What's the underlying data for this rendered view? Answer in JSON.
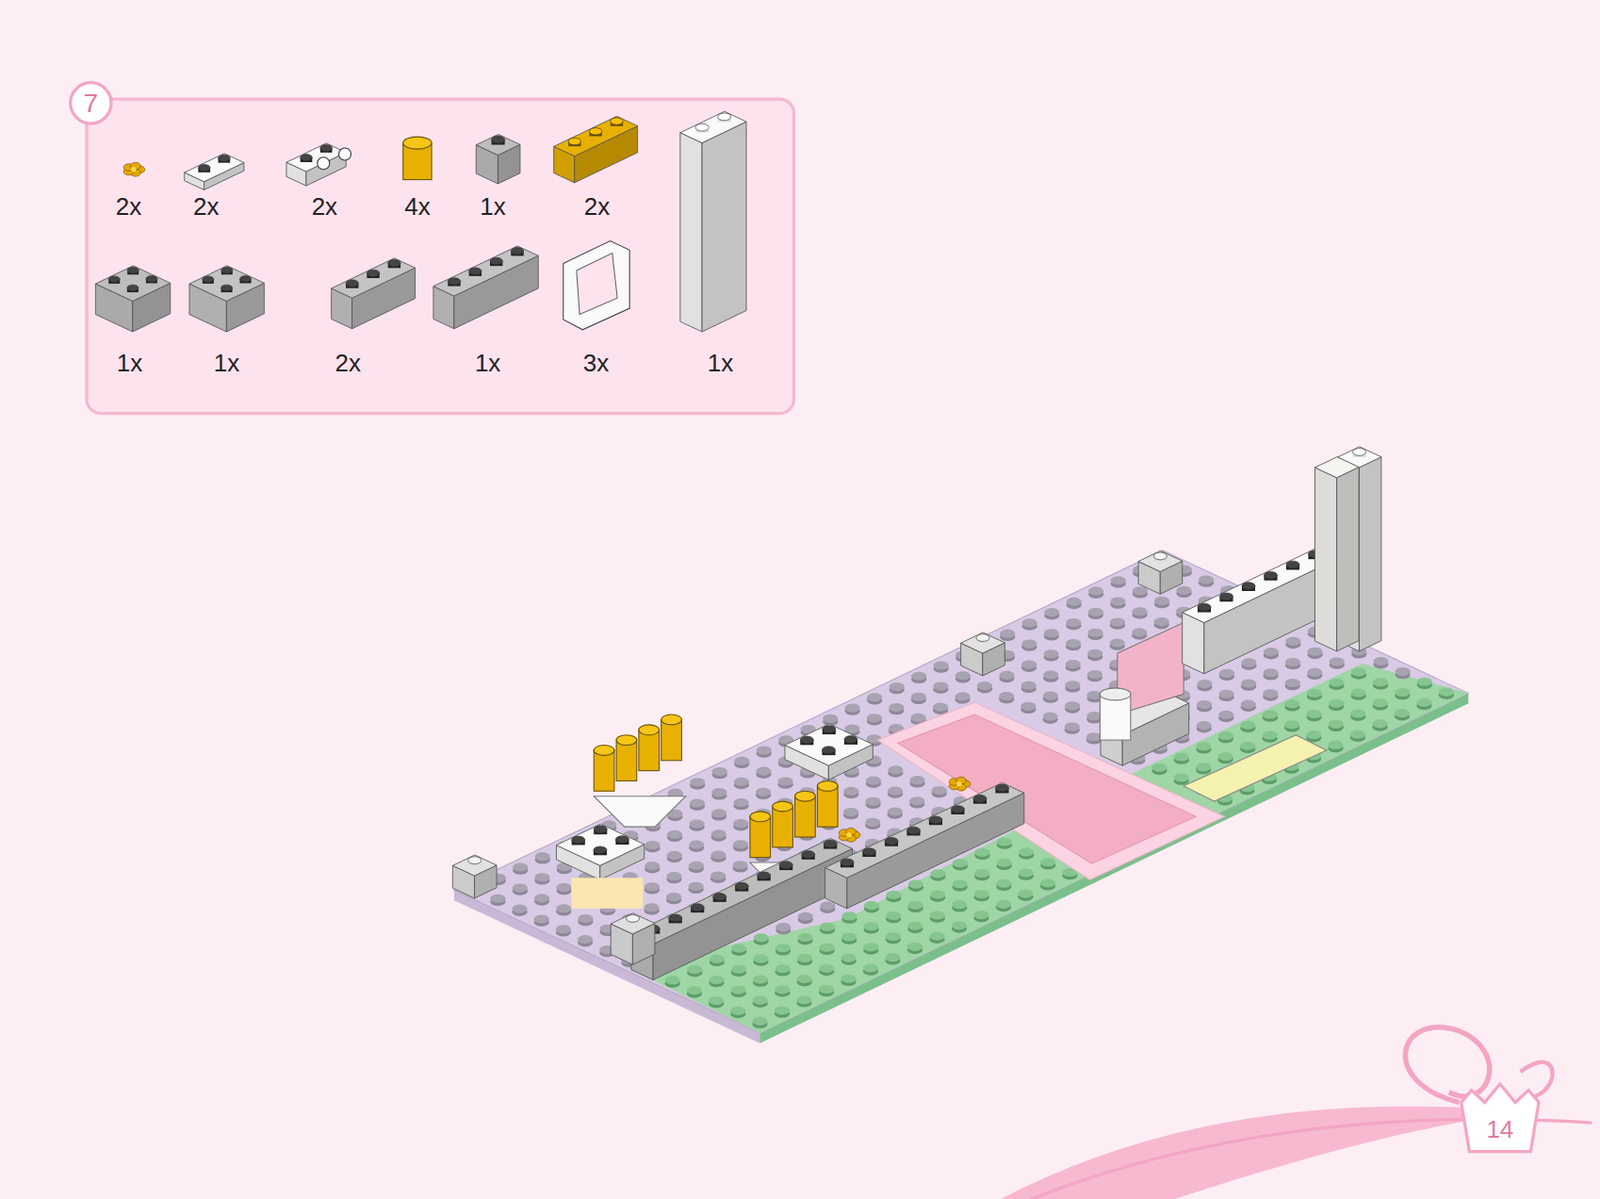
{
  "diagram": {
    "nodes": [
      {
        "text": [
          "7"
        ]
      }
    ],
    "labels": [
      "2x",
      "2x",
      "2x",
      "4x",
      "1x",
      "2x",
      "1x",
      "1x",
      "2x",
      "1x",
      "3x",
      "1x",
      "14"
    ]
  }
}
